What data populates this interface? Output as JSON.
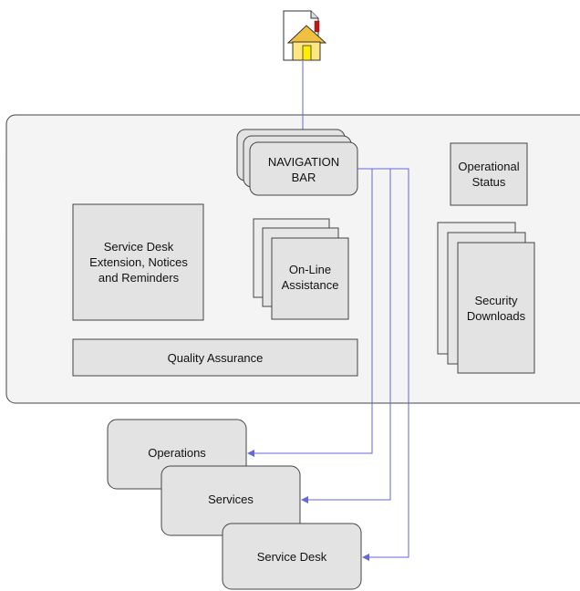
{
  "diagram": {
    "home_icon": "home-page-icon",
    "nodes": {
      "navigation_bar": [
        "NAVIGATION",
        "BAR"
      ],
      "operational_status": [
        "Operational",
        "Status"
      ],
      "service_desk_extension": [
        "Service Desk",
        "Extension, Notices",
        "and Reminders"
      ],
      "online_assistance": [
        "On-Line",
        "Assistance"
      ],
      "security_downloads": [
        "Security",
        "Downloads"
      ],
      "quality_assurance": "Quality Assurance",
      "operations": "Operations",
      "services": "Services",
      "service_desk": "Service Desk"
    },
    "colors": {
      "box_fill": "#e3e3e3",
      "box_stroke": "#444444",
      "panel_fill": "#f4f4f4",
      "connector": "#6666dd"
    }
  }
}
